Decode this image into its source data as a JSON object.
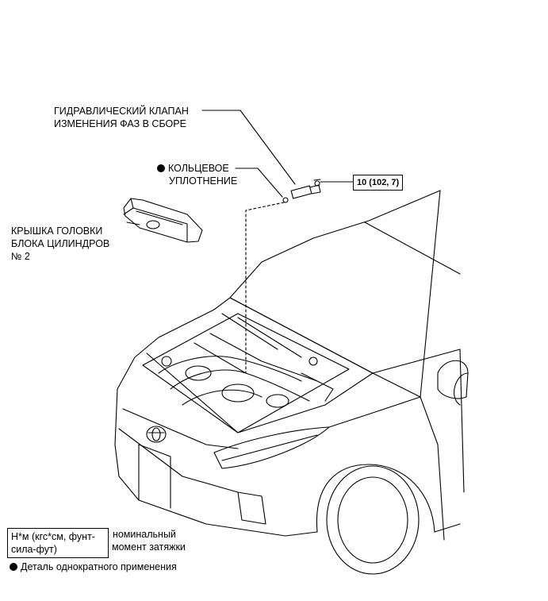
{
  "callouts": {
    "vvt_valve": [
      "ГИДРАВЛИЧЕСКИЙ КЛАПАН",
      "ИЗМЕНЕНИЯ ФАЗ В СБОРЕ"
    ],
    "o_ring": [
      "КОЛЬЦЕВОЕ",
      "УПЛОТНЕНИЕ"
    ],
    "head_cover": [
      "КРЫШКА ГОЛОВКИ",
      "БЛОКА ЦИЛИНДРОВ",
      "№ 2"
    ],
    "torque": "10 (102, 7)"
  },
  "legend": {
    "torque_units": [
      "Н*м (кгс*см, фунт-",
      "сила-фут)"
    ],
    "torque_desc": [
      ": номинальный",
      "момент затяжки"
    ],
    "single_use": "Деталь однократного применения"
  },
  "icons": {
    "single_use_marker": "filled-circle-icon"
  }
}
